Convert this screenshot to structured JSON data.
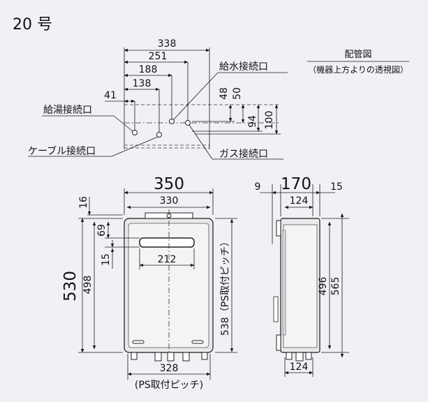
{
  "title": "20 号",
  "plan": {
    "label": "配管図",
    "sublabel": "（機器上方よりの透視図）",
    "dims": {
      "d338": "338",
      "d251": "251",
      "d188": "188",
      "d138": "138",
      "d41": "41",
      "d48": "48",
      "d50": "50",
      "d94": "94",
      "d100": "100"
    },
    "callouts": {
      "water": "給水接続口",
      "hot": "給湯接続口",
      "cable": "ケーブル接続口",
      "gas": "ガス接続口"
    }
  },
  "front": {
    "dims": {
      "w350": "350",
      "w330": "330",
      "h16": "16",
      "h69": "69",
      "h15": "15",
      "w212": "212",
      "h530": "530",
      "h498": "498",
      "w328": "328",
      "ps_bottom": "(PS取付ピッチ)",
      "h538": "538（PS取付ピッチ）"
    }
  },
  "side": {
    "dims": {
      "d9": "9",
      "d170": "170",
      "d15": "15",
      "d124top": "124",
      "h496": "496",
      "h565": "565",
      "d124bot": "124"
    }
  }
}
